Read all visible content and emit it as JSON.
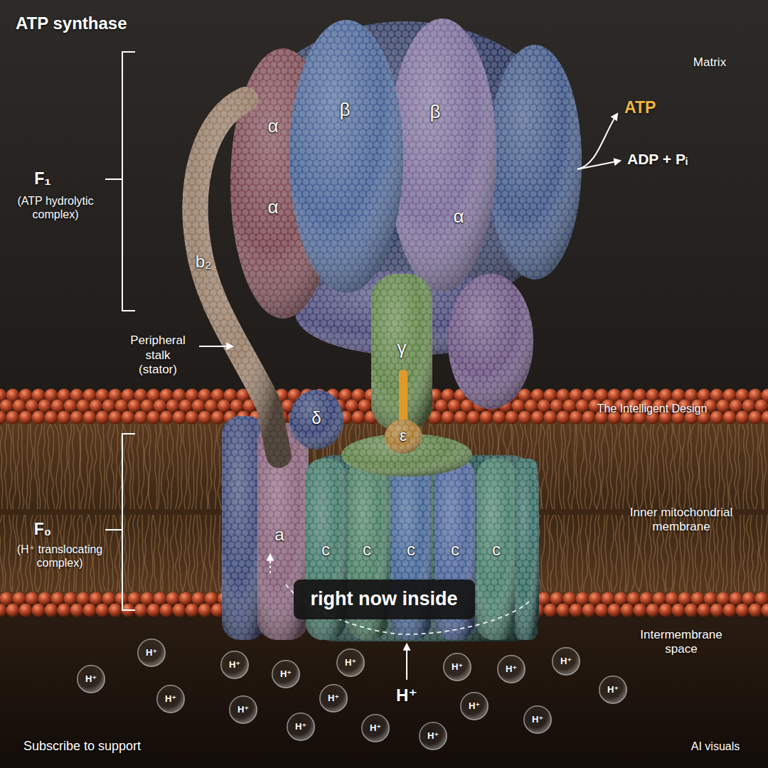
{
  "diagram": {
    "title": "ATP synthase",
    "nodes": [
      {
        "text": [
          "α"
        ]
      },
      {
        "text": [
          "β"
        ]
      },
      {
        "text": [
          "β"
        ]
      },
      {
        "text": [
          "α"
        ]
      },
      {
        "text": [
          "α"
        ]
      },
      {
        "text": [
          "b₂"
        ]
      },
      {
        "text": [
          "γ"
        ]
      },
      {
        "text": [
          "δ"
        ]
      },
      {
        "text": [
          "ε"
        ]
      },
      {
        "text": [
          "a"
        ]
      },
      {
        "text": [
          "c"
        ]
      },
      {
        "text": [
          "c"
        ]
      },
      {
        "text": [
          "c"
        ]
      },
      {
        "text": [
          "c"
        ]
      },
      {
        "text": [
          "c"
        ]
      },
      {
        "text": [
          "right now inside"
        ]
      },
      {
        "text": [
          "H⁺"
        ]
      },
      {
        "text": [
          "H⁺"
        ]
      },
      {
        "text": [
          "H⁺"
        ]
      },
      {
        "text": [
          "H⁺"
        ]
      },
      {
        "text": [
          "H⁺"
        ]
      },
      {
        "text": [
          "H⁺"
        ]
      },
      {
        "text": [
          "H⁺"
        ]
      },
      {
        "text": [
          "H⁺"
        ]
      },
      {
        "text": [
          "H⁺"
        ]
      },
      {
        "text": [
          "H⁺"
        ]
      },
      {
        "text": [
          "H⁺"
        ]
      },
      {
        "text": [
          "H⁺"
        ]
      },
      {
        "text": [
          "H⁺"
        ]
      },
      {
        "text": [
          "H⁺"
        ]
      },
      {
        "text": [
          "H⁺"
        ]
      },
      {
        "text": [
          "H⁺"
        ]
      },
      {
        "text": [
          "H⁺"
        ]
      }
    ],
    "labels": [
      "Matrix",
      "ATP",
      "ADP + Pᵢ",
      "F₁",
      "(ATP hydrolytic complex)",
      "Peripheral stalk (stator)",
      "The Intelligent Design",
      "F₀",
      "(H⁺ translocating complex)",
      "Inner mitochondrial membrane",
      "Intermembrane space",
      "H⁺",
      "Subscribe to support",
      "AI visuals"
    ]
  }
}
